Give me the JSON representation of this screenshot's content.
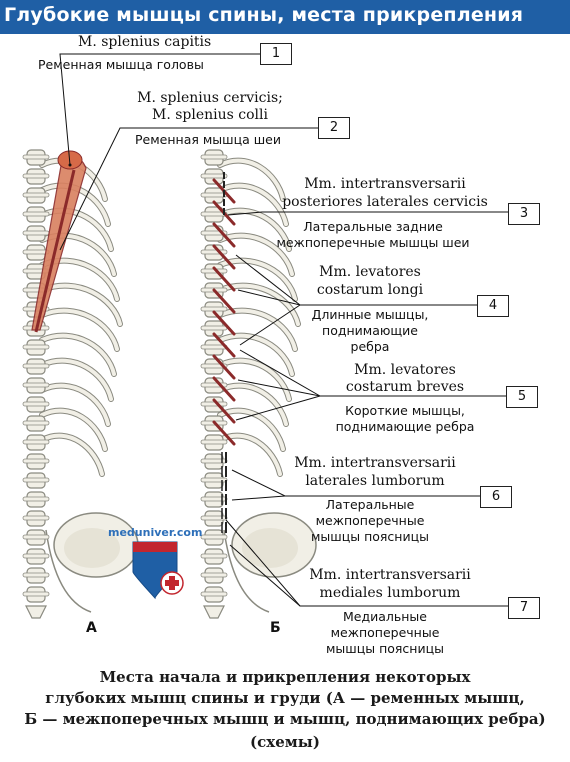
{
  "title": "Глубокие мышцы спины, места прикрепления",
  "labels": [
    {
      "num": "1",
      "latin": [
        "M. splenius capitis"
      ],
      "russian": [
        "Ременная мышца головы"
      ]
    },
    {
      "num": "2",
      "latin": [
        "M. splenius cervicis;",
        "M. splenius colli"
      ],
      "russian": [
        "Ременная мышца шеи"
      ]
    },
    {
      "num": "3",
      "latin": [
        "Mm. intertransversarii",
        "posteriores laterales cervicis"
      ],
      "russian": [
        "Латеральные задние",
        "межпоперечные мышцы шеи"
      ]
    },
    {
      "num": "4",
      "latin": [
        "Mm. levatores",
        "costarum longi"
      ],
      "russian": [
        "Длинные мышцы,",
        "поднимающие",
        "ребра"
      ]
    },
    {
      "num": "5",
      "latin": [
        "Mm. levatores",
        "costarum breves"
      ],
      "russian": [
        "Короткие мышцы,",
        "поднимающие ребра"
      ]
    },
    {
      "num": "6",
      "latin": [
        "Mm. intertransversarii",
        "laterales lumborum"
      ],
      "russian": [
        "Латеральные",
        "межпоперечные",
        "мышцы поясницы"
      ]
    },
    {
      "num": "7",
      "latin": [
        "Mm. intertransversarii",
        "mediales lumborum"
      ],
      "russian": [
        "Медиальные",
        "межпоперечные",
        "мышцы поясницы"
      ]
    }
  ],
  "panels": {
    "a": "А",
    "b": "Б"
  },
  "watermark": "meduniver.com",
  "caption": [
    "Места начала и прикрепления некоторых",
    "глубоких мышц спины и груди (А — ременных мышц,",
    "Б — межпоперечных мышц и мышц, поднимающих ребра)",
    "(схемы)"
  ],
  "colors": {
    "title_bg": "#1f5fa5",
    "muscle": "#8b2a2a",
    "muscle_fill": "#d9805f",
    "bone_outline": "#8a8a80"
  }
}
